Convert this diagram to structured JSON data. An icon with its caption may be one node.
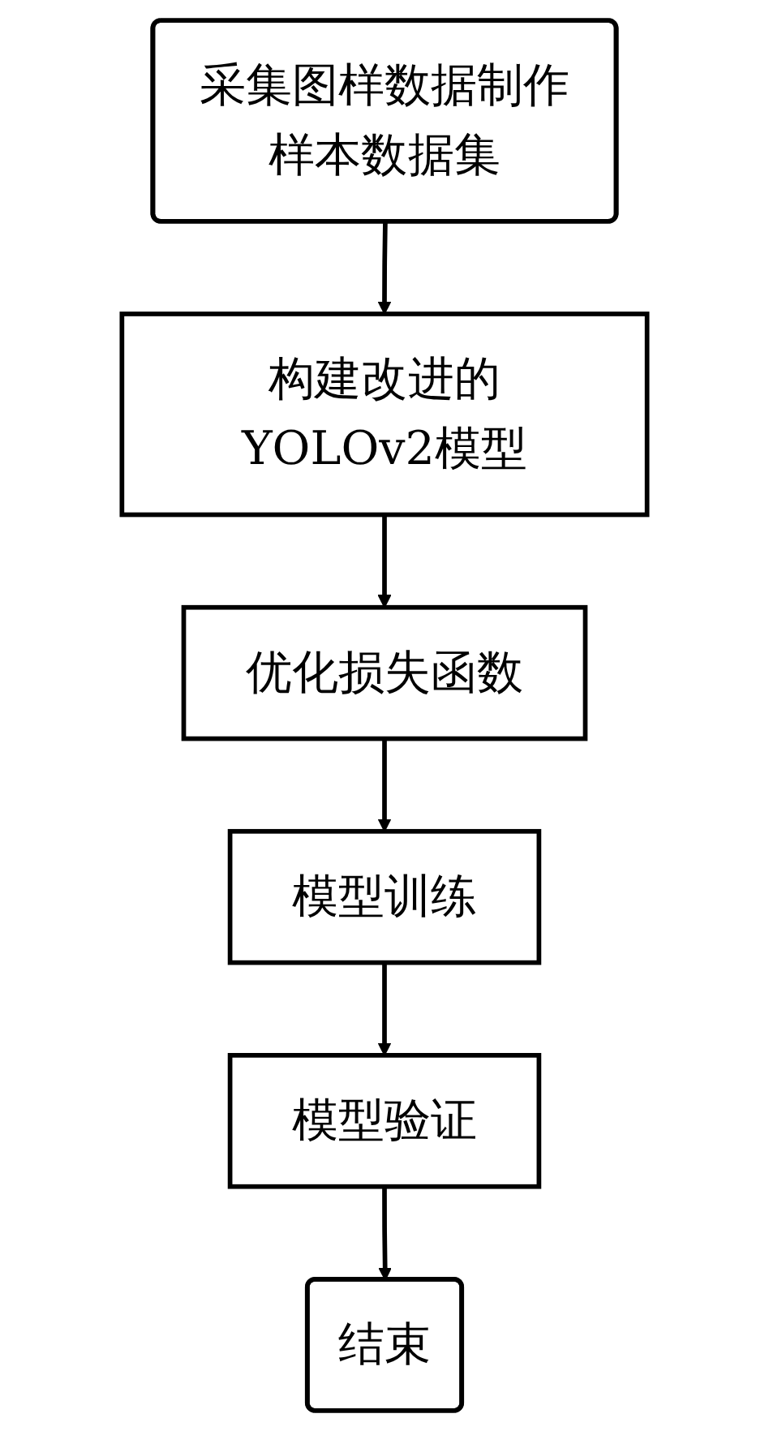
{
  "diagram": {
    "nodes": [
      {
        "text": [
          "采集图样数据制作样本数据集"
        ]
      },
      {
        "text": [
          "构建改进的YOLOv2模型"
        ]
      },
      {
        "text": [
          "优化损失函数"
        ]
      },
      {
        "text": [
          "模型训练"
        ]
      },
      {
        "text": [
          "模型验证"
        ]
      },
      {
        "text": [
          "结束"
        ]
      }
    ],
    "edges": [
      {
        "from": 0,
        "to": 1,
        "arrow": "to"
      },
      {
        "from": 1,
        "to": 2,
        "arrow": "to"
      },
      {
        "from": 2,
        "to": 3,
        "arrow": "to"
      },
      {
        "from": 3,
        "to": 4,
        "arrow": "to"
      },
      {
        "from": 4,
        "to": 5,
        "arrow": "to"
      }
    ]
  }
}
